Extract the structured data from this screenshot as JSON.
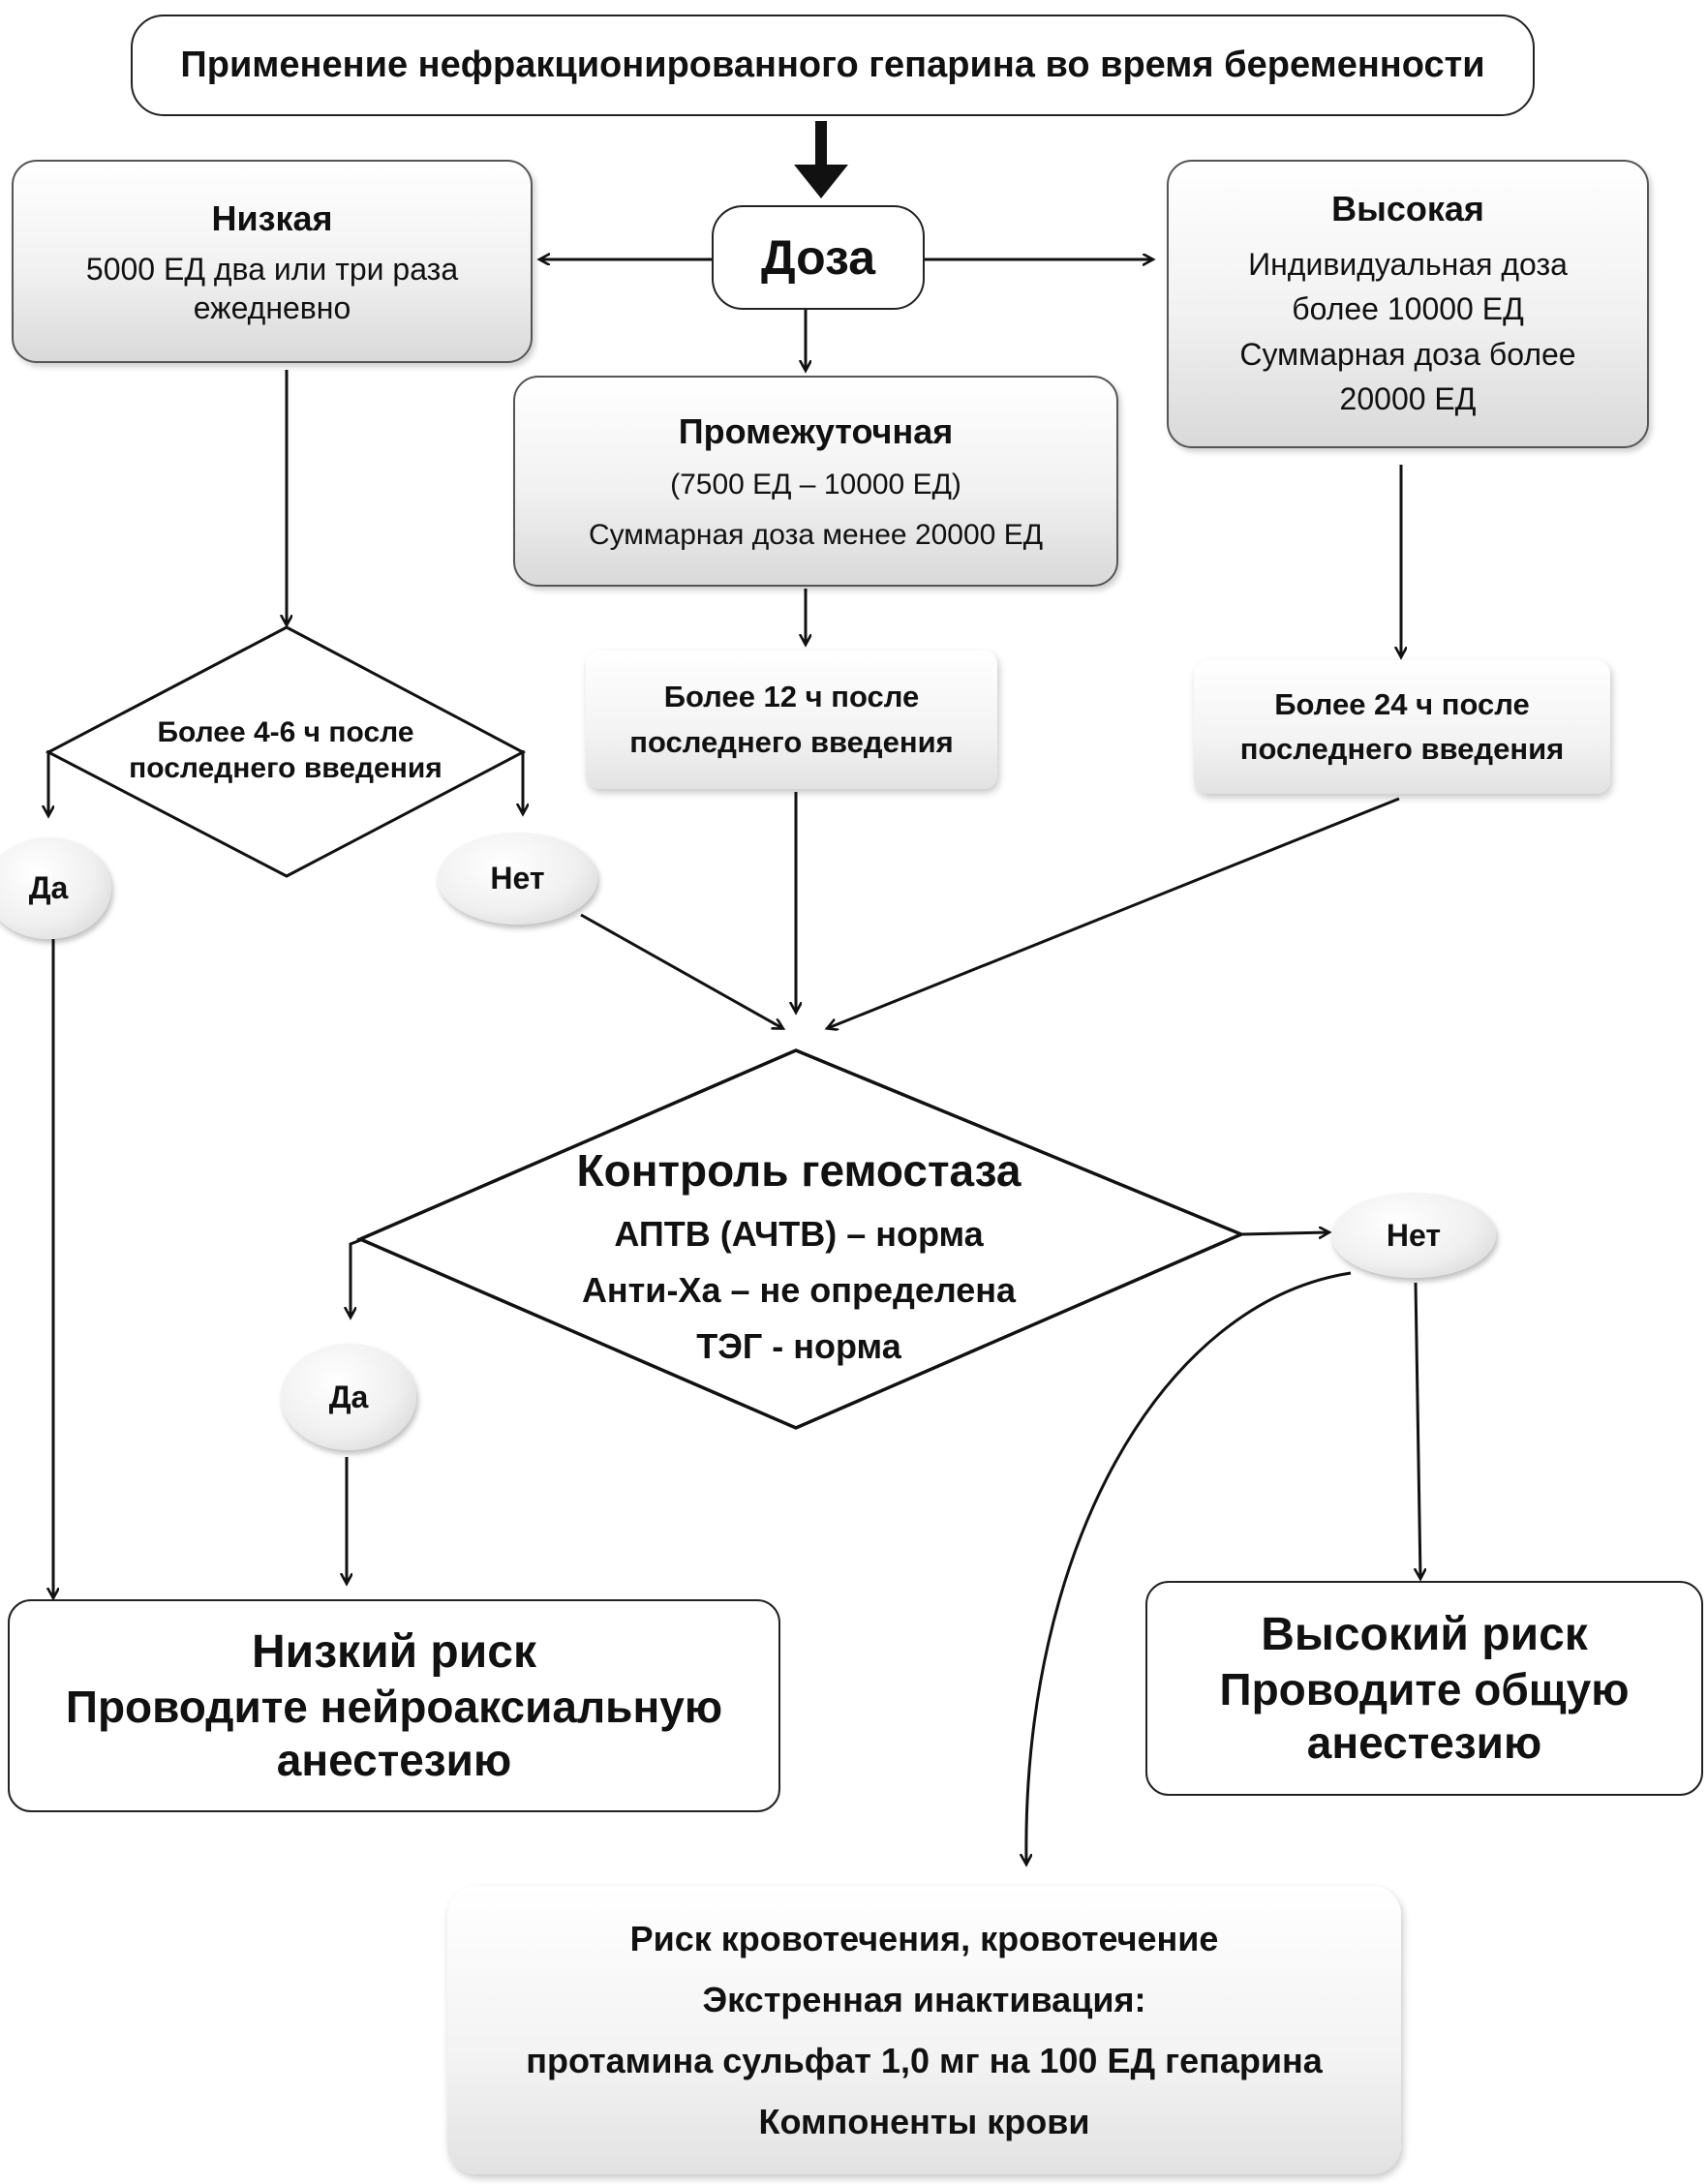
{
  "title": "Применение нефракционированного гепарина во время беременности",
  "dose": "Доза",
  "low": {
    "heading": "Низкая",
    "lines": [
      "5000 ЕД два или три раза",
      "ежедневно"
    ]
  },
  "high": {
    "heading": "Высокая",
    "lines": [
      "Индивидуальная доза",
      "более 10000 ЕД",
      "Суммарная доза более",
      "20000 ЕД"
    ]
  },
  "intermediate": {
    "heading": "Промежуточная",
    "lines": [
      "(7500 ЕД – 10000 ЕД)",
      "Суммарная доза менее 20000 ЕД"
    ]
  },
  "low_decision": [
    "Более 4-6 ч после",
    "последнего введения"
  ],
  "mid_wait": [
    "Более 12 ч после",
    "последнего введения"
  ],
  "high_wait": [
    "Более 24 ч после",
    "последнего введения"
  ],
  "yes_label": "Да",
  "no_label": "Нет",
  "hemostasis": {
    "heading": "Контроль гемостаза",
    "lines": [
      "АПТВ (АЧТВ) – норма",
      "Анти-Ха – не определена",
      "ТЭГ - норма"
    ]
  },
  "low_risk": {
    "heading": "Низкий риск",
    "lines": [
      "Проводите нейроаксиальную",
      "анестезию"
    ]
  },
  "high_risk": {
    "heading": "Высокий риск",
    "lines": [
      "Проводите общую",
      "анестезию"
    ]
  },
  "bleeding": {
    "lines": [
      "Риск кровотечения, кровотечение",
      "Экстренная инактивация:",
      "протамина сульфат 1,0 мг на 100 ЕД гепарина",
      "Компоненты крови"
    ]
  }
}
